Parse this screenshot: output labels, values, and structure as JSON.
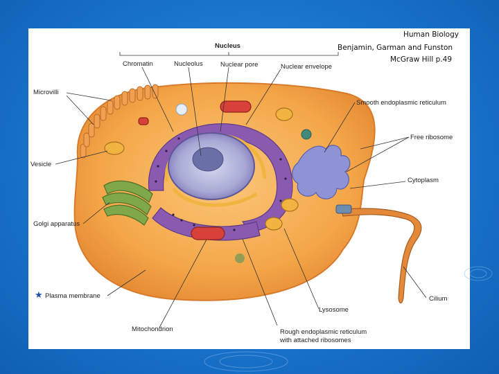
{
  "citation": {
    "line1": "Human Biology",
    "line2": "Benjamin, Garman and Funston",
    "line3": "McGraw Hill  p.49"
  },
  "labels": {
    "nucleus": "Nucleus",
    "chromatin": "Chromatin",
    "nucleolus": "Nucleolus",
    "nuclear_pore": "Nuclear pore",
    "nuclear_envelope": "Nuclear envelope",
    "microvilli": "Microvilli",
    "vesicle": "Vesicle",
    "golgi": "Golgi apparatus",
    "plasma_membrane": "Plasma membrane",
    "mitochondrion": "Mitochondrion",
    "smooth_er": "Smooth endoplasmic reticulum",
    "free_ribosome": "Free ribosome",
    "cytoplasm": "Cytoplasm",
    "cilium": "Cilium",
    "lysosome": "Lysosome",
    "rough_er_1": "Rough endoplasmic reticulum",
    "rough_er_2": "with attached ribosomes"
  },
  "colors": {
    "slide_background": "#1a74cc",
    "cytoplasm": "#f4a648",
    "nucleus": "#9a86c6",
    "nucleolus": "#6b6fa8",
    "golgi": "#7fa84a",
    "smooth_er": "#8e93d6",
    "mitochondrion": "#d8403a",
    "rough_er": "#8a5ab0",
    "star": "#1d4fa8"
  }
}
